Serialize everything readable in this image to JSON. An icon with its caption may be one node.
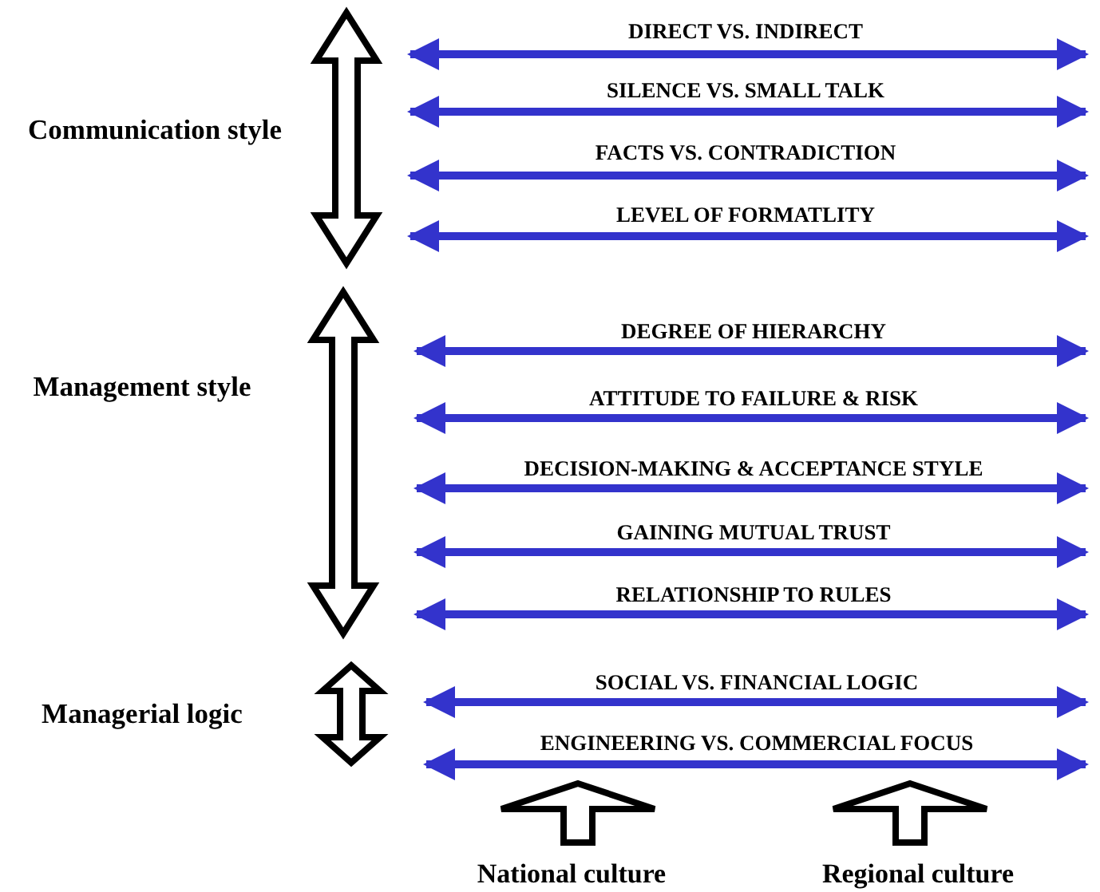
{
  "diagram": {
    "labels": [
      "Communication style",
      "DIRECT VS. INDIRECT",
      "SILENCE VS. SMALL TALK",
      "FACTS VS. CONTRADICTION",
      "LEVEL OF FORMATLITY",
      "Management style",
      "DEGREE OF HIERARCHY",
      "ATTITUDE TO FAILURE & RISK",
      "DECISION-MAKING & ACCEPTANCE STYLE",
      "GAINING MUTUAL TRUST",
      "RELATIONSHIP TO RULES",
      "Managerial logic",
      "SOCIAL VS. FINANCIAL LOGIC",
      "ENGINEERING VS. COMMERCIAL FOCUS",
      "National culture",
      "Regional culture"
    ]
  }
}
